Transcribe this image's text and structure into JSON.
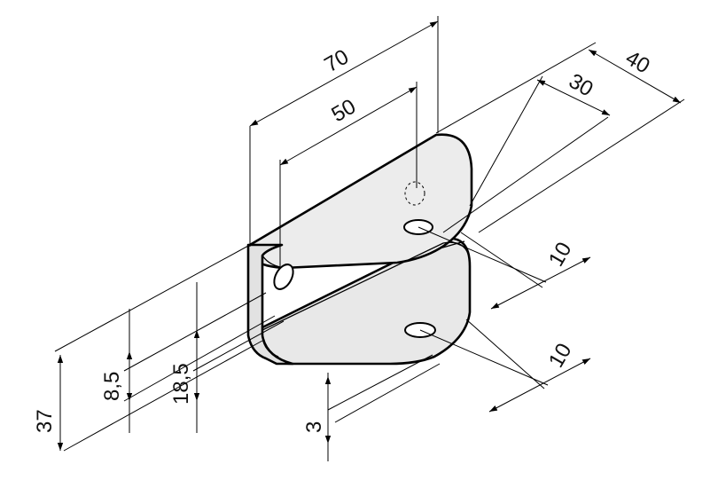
{
  "drawing": {
    "colors": {
      "line": "#000000",
      "part_fill": "#e6e6e6",
      "part_fill_light": "#efefef",
      "background": "#ffffff"
    },
    "dimensions": {
      "d70": "70",
      "d50": "50",
      "d40": "40",
      "d30": "30",
      "d10_top": "10",
      "d10_bottom": "10",
      "d37": "37",
      "d8_5": "8,5",
      "d18_5": "18,5",
      "d3": "3"
    }
  }
}
